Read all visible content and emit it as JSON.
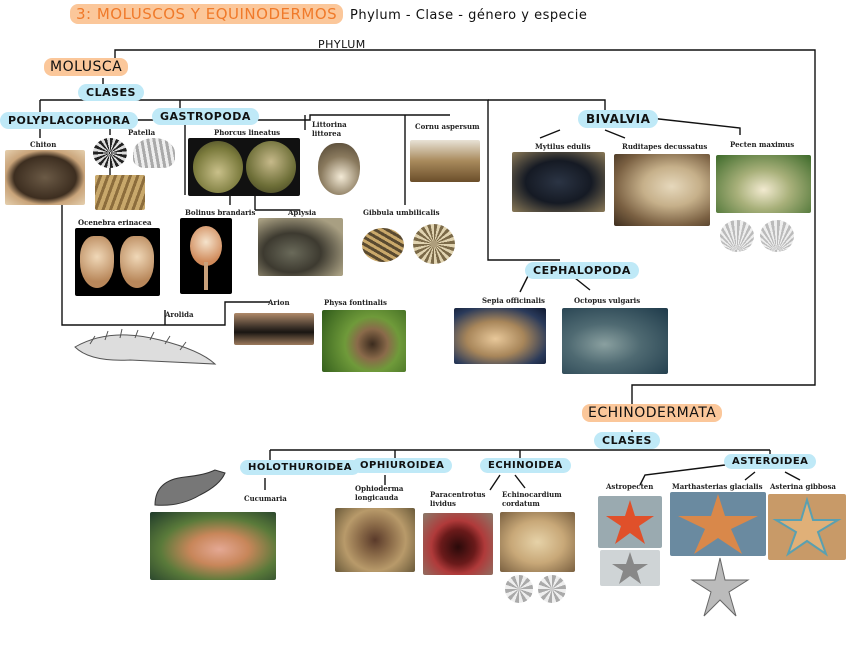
{
  "title": "3: MOLUSCOS Y EQUINODERMOS",
  "subtitle": "Phylum - Clase - género y especie",
  "phylum_label": "PHYLUM",
  "mollusca": {
    "name": "MOLUSCA",
    "clases_label": "CLASES",
    "polyplacophora": {
      "name": "POLYPLACOPHORA",
      "species": [
        "Chiton"
      ]
    },
    "gastropoda": {
      "name": "GASTROPODA",
      "species": [
        "Patella",
        "Phorcus lineatus",
        "Littorina littorea",
        "Cornu aspersum",
        "Ocenebra erinacea",
        "Bolinus brandaris",
        "Aplysia",
        "Gibbula umbilicalis",
        "Arolida",
        "Arion",
        "Physa fontinalis"
      ]
    },
    "bivalvia": {
      "name": "BIVALVIA",
      "species": [
        "Mytilus edulis",
        "Ruditapes decussatus",
        "Pecten maximus"
      ]
    },
    "cephalopoda": {
      "name": "CEPHALOPODA",
      "species": [
        "Sepia officinalis",
        "Octopus vulgaris"
      ]
    }
  },
  "echinodermata": {
    "name": "ECHINODERMATA",
    "clases_label": "CLASES",
    "holothuroidea": {
      "name": "HOLOTHUROIDEA",
      "species": [
        "Cucumaria"
      ]
    },
    "ophiuroidea": {
      "name": "OPHIUROIDEA",
      "species": [
        "Ophioderma longicauda"
      ]
    },
    "echinoidea": {
      "name": "ECHINOIDEA",
      "species": [
        "Paracentrotus lividus",
        "Echinocardium cordatum"
      ]
    },
    "asteroidea": {
      "name": "ASTEROIDEA",
      "species": [
        "Astropecten",
        "Marthasterias glacialis",
        "Asterina gibbosa"
      ]
    }
  },
  "colors": {
    "orange_highlight": "#fbc79a",
    "blue_highlight": "#bfe9f7",
    "title_orange": "#f07a2a",
    "line": "#111111"
  }
}
